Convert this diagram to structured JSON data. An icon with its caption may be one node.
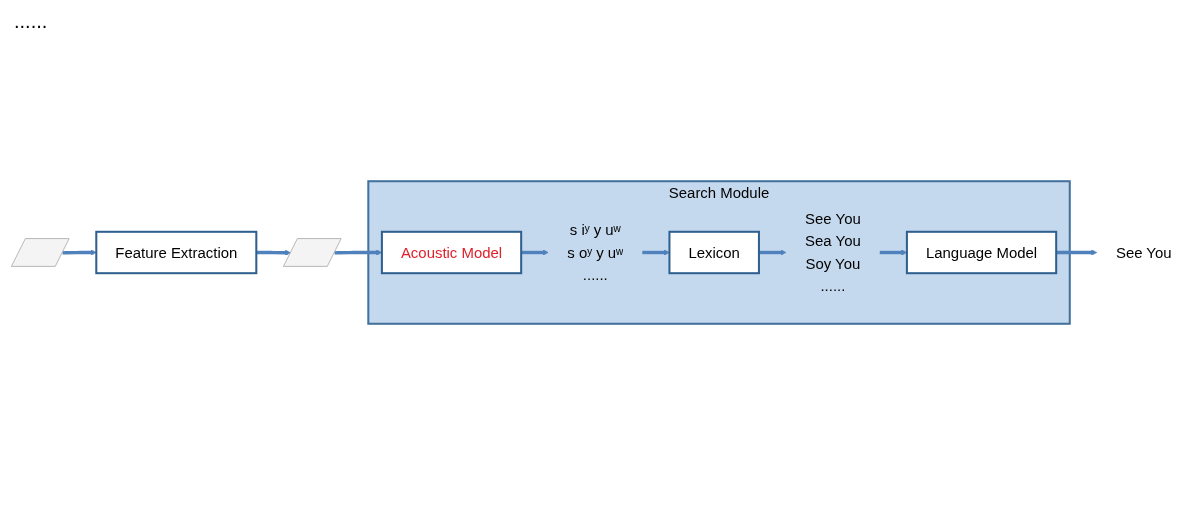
{
  "diagram": {
    "nodes": [
      {
        "text": [],
        "shape": "picture"
      },
      {
        "text": [
          "Feature Extraction"
        ]
      },
      {
        "text": [],
        "shape": "picture"
      },
      {
        "text": [
          "Search Module"
        ]
      },
      {
        "text": [
          "Acoustic Model"
        ],
        "in": 3
      },
      {
        "text": [
          "s iʸ y uʷ",
          "s oʸ y uʷ",
          "......"
        ],
        "in": 3
      },
      {
        "text": [
          "Lexicon"
        ],
        "in": 3
      },
      {
        "text": [
          "See You",
          "Sea You",
          "Soy You",
          "......"
        ],
        "in": 3
      },
      {
        "text": [
          "Language Model"
        ],
        "in": 3
      },
      {
        "text": [
          "See You"
        ]
      }
    ],
    "edges": [
      {
        "from": 0,
        "to": 1,
        "arrow": "to"
      },
      {
        "from": 1,
        "to": 2,
        "arrow": "to"
      },
      {
        "from": 2,
        "to": 4,
        "arrow": "to"
      },
      {
        "from": 4,
        "to": 5,
        "arrow": "to"
      },
      {
        "from": 5,
        "to": 6,
        "arrow": "to"
      },
      {
        "from": 6,
        "to": 7,
        "arrow": "to"
      },
      {
        "from": 7,
        "to": 8,
        "arrow": "to"
      },
      {
        "from": 8,
        "to": 9,
        "arrow": "to"
      }
    ],
    "labels": [
      "......"
    ]
  }
}
